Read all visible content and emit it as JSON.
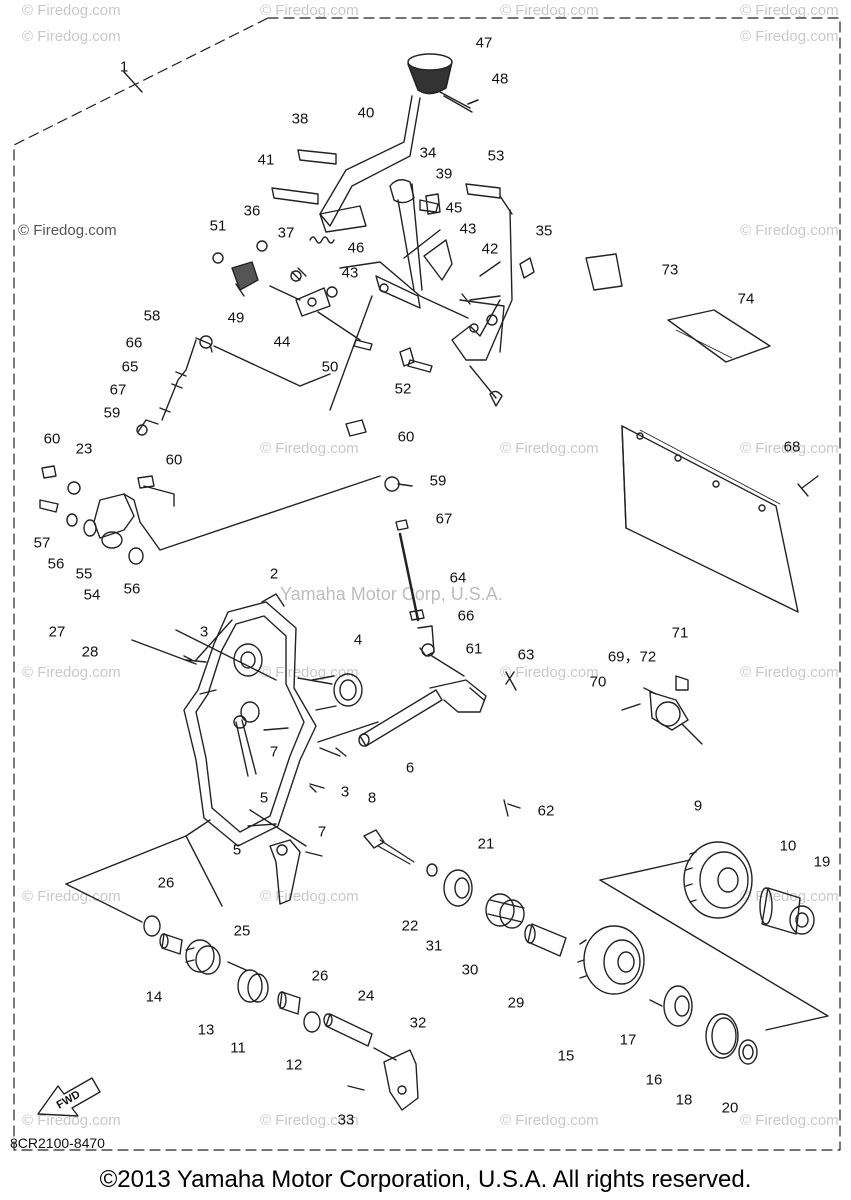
{
  "watermarks": {
    "text": "© Firedog.com",
    "center": "Yamaha Motor Corp, U.S.A."
  },
  "part_code": "8CR2100-8470",
  "copyright": "©2013 Yamaha Motor Corporation, U.S.A. All rights reserved.",
  "fwd_label": "FWD",
  "callouts": [
    "1",
    "2",
    "3",
    "3",
    "4",
    "5",
    "5",
    "6",
    "7",
    "7",
    "8",
    "9",
    "10",
    "11",
    "12",
    "13",
    "14",
    "15",
    "16",
    "17",
    "18",
    "19",
    "20",
    "21",
    "22",
    "23",
    "24",
    "25",
    "26",
    "26",
    "27",
    "28",
    "29",
    "30",
    "31",
    "32",
    "33",
    "34",
    "35",
    "36",
    "37",
    "38",
    "39",
    "40",
    "41",
    "42",
    "43",
    "43",
    "44",
    "45",
    "46",
    "47",
    "48",
    "49",
    "50",
    "51",
    "52",
    "53",
    "54",
    "55",
    "56",
    "56",
    "57",
    "58",
    "59",
    "59",
    "60",
    "60",
    "60",
    "61",
    "62",
    "63",
    "64",
    "65",
    "66",
    "66",
    "67",
    "67",
    "68",
    "69，72",
    "70",
    "71",
    "73",
    "74"
  ],
  "colors": {
    "line": "#222222",
    "watermark": "#c9c9c9"
  }
}
